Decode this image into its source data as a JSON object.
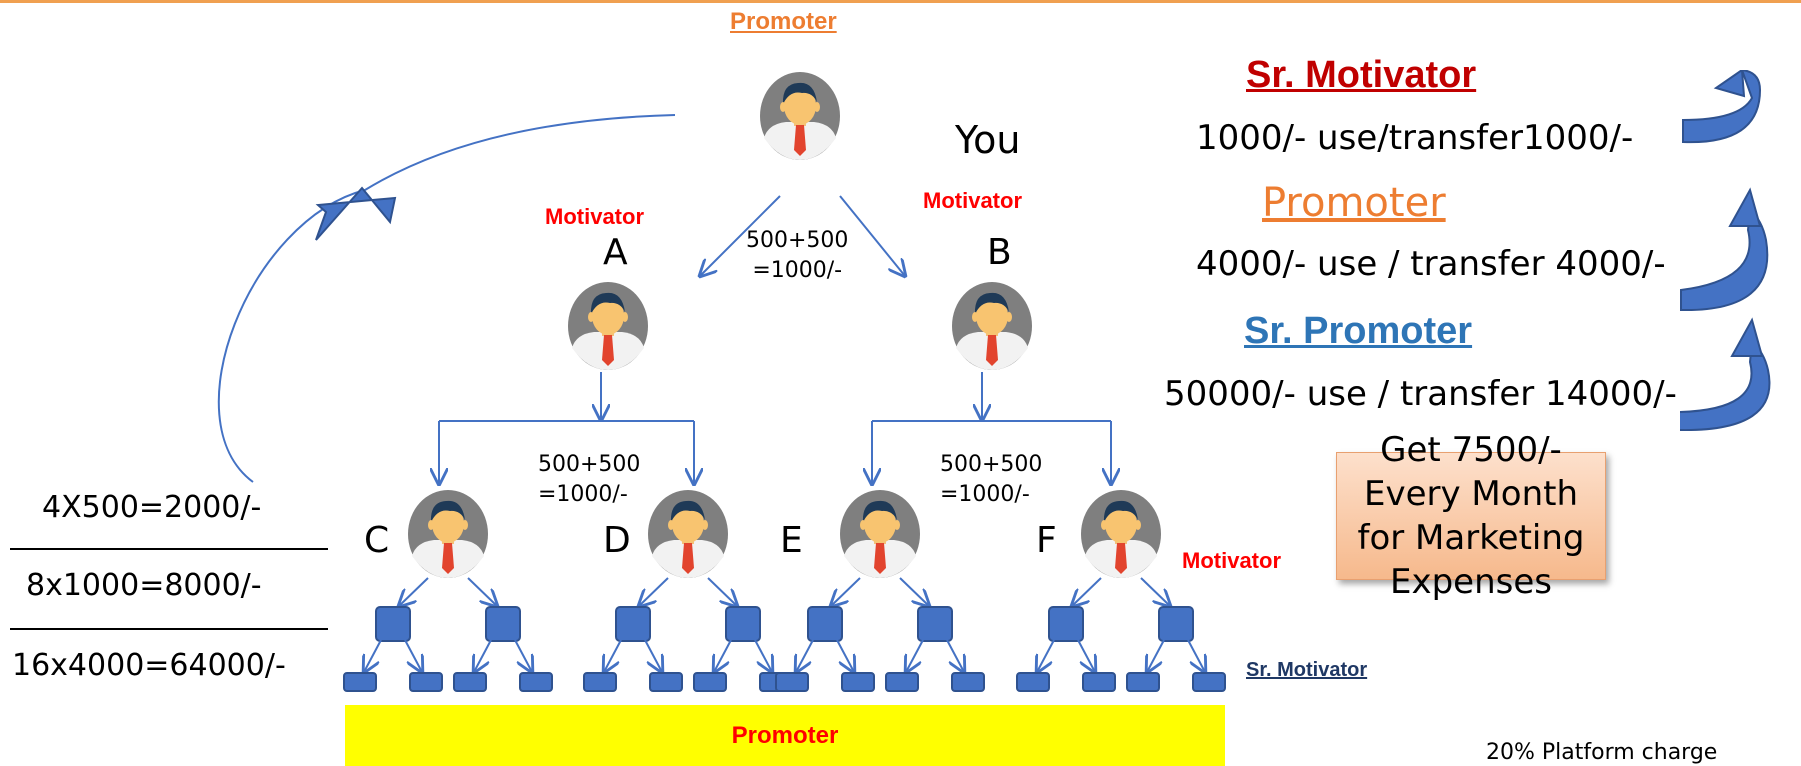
{
  "top": {
    "promoter": "Promoter",
    "you": "You"
  },
  "nodes": {
    "a": "A",
    "b": "B",
    "c": "C",
    "d": "D",
    "e": "E",
    "f": "F"
  },
  "roles": {
    "motivator_a": "Motivator",
    "motivator_b": "Motivator",
    "motivator_f": "Motivator",
    "sr_motivator": "Sr. Motivator"
  },
  "splits": {
    "top_line1": "500+500",
    "top_line2": "=1000/-",
    "left_line1": "500+500",
    "left_line2": "=1000/-",
    "right_line1": "500+500",
    "right_line2": "=1000/-"
  },
  "earnings": {
    "row1": "4X500=2000/-",
    "row2": "8x1000=8000/-",
    "row3": "16x4000=64000/-"
  },
  "rules": [
    {
      "title": "Sr. Motivator",
      "title_color": "#c00000",
      "text": "1000/- use/transfer1000/-"
    },
    {
      "title": "Promoter",
      "title_color": "#ed7d31",
      "text": "4000/- use / transfer 4000/-"
    },
    {
      "title": "Sr. Promoter",
      "title_color": "#2e75b6",
      "text": "50000/- use / transfer 14000/-"
    }
  ],
  "monthly_box": {
    "line1": "Get 7500/- Every Month",
    "line2": "for Marketing Expenses"
  },
  "footer": {
    "promoter": "Promoter",
    "platform_charge": "20%  Platform charge"
  },
  "colors": {
    "arrow": "#4472c4",
    "avatar_bg": "#7f7f7f",
    "footer_bar": "#ffff00"
  }
}
